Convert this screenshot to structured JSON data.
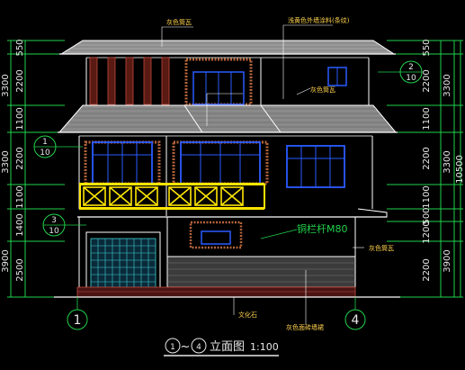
{
  "drawing": {
    "title_prefix_circle_start": "1",
    "title_tilde": "~",
    "title_prefix_circle_end": "4",
    "title_text": "立面图",
    "scale": "1:100"
  },
  "grid_axes": {
    "left": "1",
    "right": "4"
  },
  "dims_left": {
    "outer": [
      "3300",
      "3300",
      "3900"
    ],
    "inner": [
      "550",
      "2200",
      "1100",
      "2200",
      "1100",
      "1400",
      "2500"
    ]
  },
  "dims_right": {
    "outer": [
      "3300",
      "3300",
      "3900"
    ],
    "inner": [
      "550",
      "2200",
      "1100",
      "2200",
      "1100",
      "500",
      "1200",
      "2200"
    ],
    "total": "10500"
  },
  "callouts": [
    {
      "num": "1",
      "den": "10"
    },
    {
      "num": "3",
      "den": "10"
    },
    {
      "num": "2",
      "den": "10"
    }
  ],
  "annotations": {
    "roof_tile": "灰色筒瓦",
    "top_wall": "浅黄色外墙涂料(条纹)",
    "mid_roof": "灰色筒瓦",
    "right_eave": "灰色筒瓦",
    "railing_code": "铜栏杆M80",
    "stone_base": "文化石",
    "brick_base": "灰色面砖墙裙"
  },
  "colors": {
    "wall_line": "#ffffff",
    "window_blue": "#2a5bff",
    "railing_yellow": "#ffe600",
    "dimension_green": "#21d24b",
    "wood_red": "#c24a3a",
    "ornament_brown": "#b5653b"
  }
}
